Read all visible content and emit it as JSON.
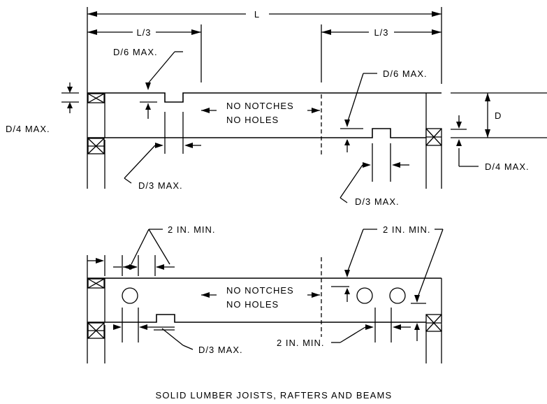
{
  "labels": {
    "span": "L",
    "third_left": "L/3",
    "third_right": "L/3",
    "depth": "D",
    "notch_top_left": "D/6 MAX.",
    "notch_top_right": "D/6 MAX.",
    "end_notch_left": "D/4 MAX.",
    "end_notch_right": "D/4 MAX.",
    "bottom_notch_left": "D/3 MAX.",
    "bottom_notch_right": "D/3 MAX.",
    "no_notches_top_1": "NO NOTCHES",
    "no_holes_top_2": "NO HOLES",
    "no_notches_bottom_1": "NO NOTCHES",
    "no_holes_bottom_2": "NO HOLES",
    "min_edge_left": "2 IN. MIN.",
    "min_edge_right": "2 IN. MIN.",
    "hole_notch_bottom_left": "D/3 MAX.",
    "min_bottom_center": "2 IN. MIN."
  },
  "caption": "SOLID LUMBER JOISTS, RAFTERS AND BEAMS"
}
